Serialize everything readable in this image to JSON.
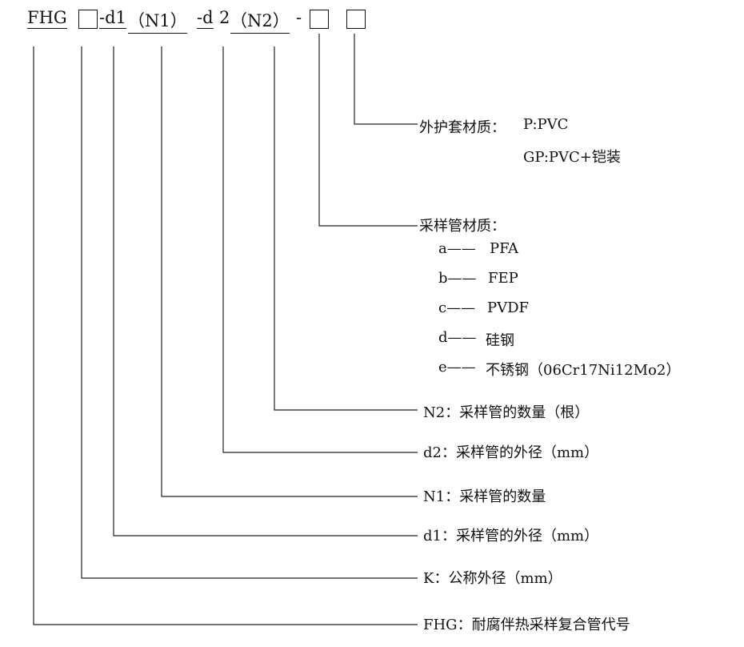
{
  "code": {
    "prefix": "FHG",
    "d1": "-d1",
    "n1": "（N1）",
    "d2_dash": "-d",
    "d2_num": "2",
    "n2": "（N2）",
    "dash": "-"
  },
  "labels": {
    "jacket_title": "外护套材质：",
    "jacket_p": "P:PVC",
    "jacket_gp": "GP:PVC+铠装",
    "material_title": "采样管材质：",
    "materials": [
      {
        "code": "a——",
        "name": "PFA"
      },
      {
        "code": "b——",
        "name": "FEP"
      },
      {
        "code": "c——",
        "name": "PVDF"
      },
      {
        "code": "d——",
        "name": "硅钢"
      },
      {
        "code": "e——",
        "name": "不锈钢（06Cr17Ni12Mo2）"
      }
    ],
    "n2": "N2：采样管的数量（根）",
    "d2": "d2：采样管的外径（mm）",
    "n1": "N1：采样管的数量",
    "d1": "d1：采样管的外径（mm）",
    "k": "K：公称外径（mm）",
    "fhg": "FHG：耐腐伴热采样复合管代号"
  }
}
